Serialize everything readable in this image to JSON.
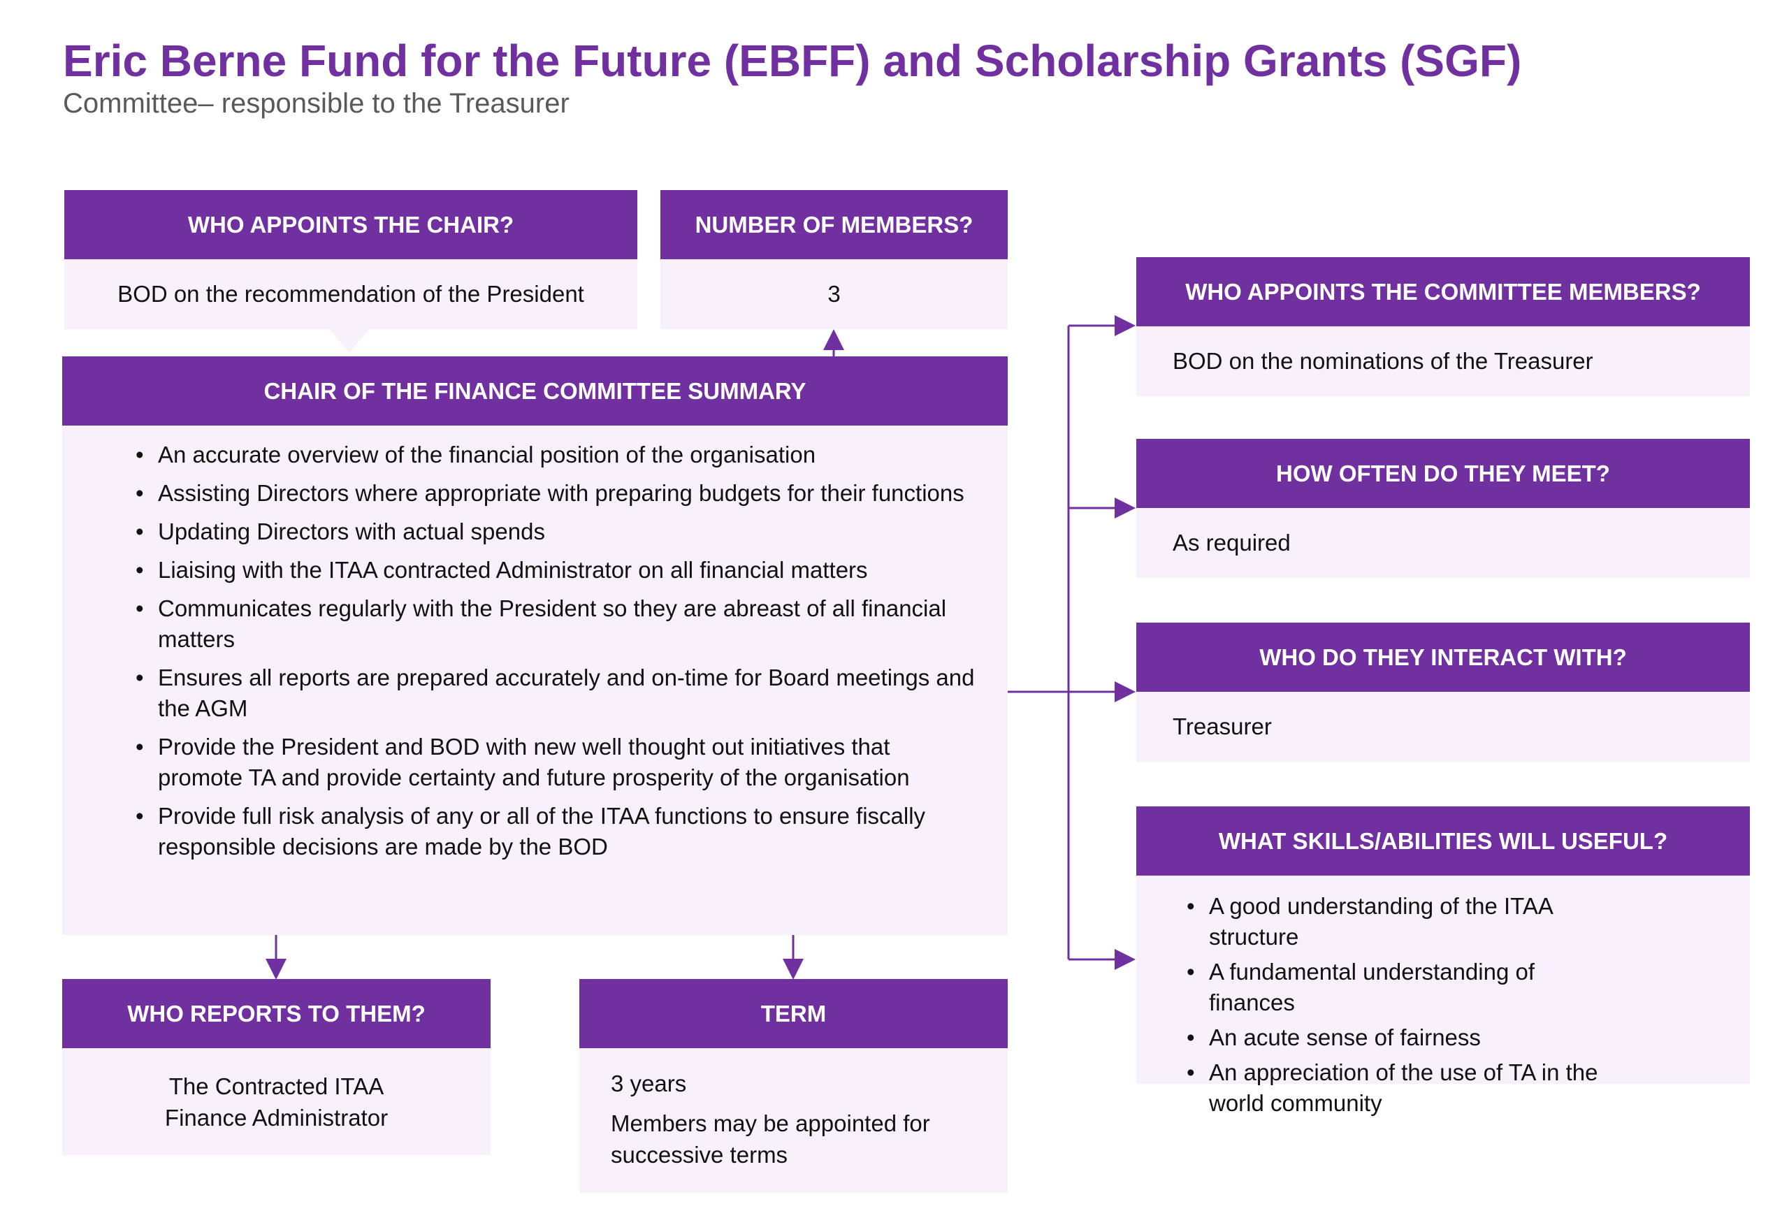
{
  "title": "Eric Berne Fund for the Future (EBFF) and Scholarship Grants (SGF)",
  "subtitle": "Committee– responsible to the Treasurer",
  "colors": {
    "accent": "#7030A0",
    "panel": "#F8F1FB"
  },
  "appoints_chair": {
    "header": "WHO APPOINTS THE CHAIR?",
    "text": "BOD on the recommendation of the President"
  },
  "members": {
    "header": "NUMBER OF MEMBERS?",
    "text": "3"
  },
  "summary": {
    "header": "CHAIR OF THE FINANCE COMMITTEE SUMMARY",
    "items": [
      "An accurate overview of the financial position of the organisation",
      "Assisting Directors where appropriate with preparing budgets for their functions",
      "Updating Directors with actual spends",
      "Liaising with the ITAA contracted Administrator on all financial matters",
      "Communicates regularly with the President so they are abreast of all financial matters",
      "Ensures all reports are prepared accurately and on-time for Board meetings and the AGM",
      "Provide the President and BOD with new well thought out initiatives that promote TA and provide certainty and future prosperity of the organisation",
      "Provide full risk analysis of any or all of the ITAA functions to ensure fiscally responsible decisions are made by the BOD"
    ]
  },
  "reports": {
    "header": "WHO REPORTS TO THEM?",
    "line1": "The Contracted ITAA",
    "line2": "Finance Administrator"
  },
  "term": {
    "header": "TERM",
    "line1": "3 years",
    "line2": "Members may be appointed for successive terms"
  },
  "appoints_members": {
    "header": "WHO APPOINTS THE COMMITTEE MEMBERS?",
    "text": "BOD on the nominations of the Treasurer"
  },
  "meet": {
    "header": "HOW OFTEN DO THEY MEET?",
    "text": "As required"
  },
  "interact": {
    "header": "WHO DO THEY INTERACT WITH?",
    "text": "Treasurer"
  },
  "skills": {
    "header": "WHAT SKILLS/ABILITIES WILL USEFUL?",
    "items": [
      "A good understanding of the ITAA structure",
      "A fundamental understanding of finances",
      "An acute sense of fairness",
      "An appreciation of the use of TA in the world community"
    ]
  }
}
